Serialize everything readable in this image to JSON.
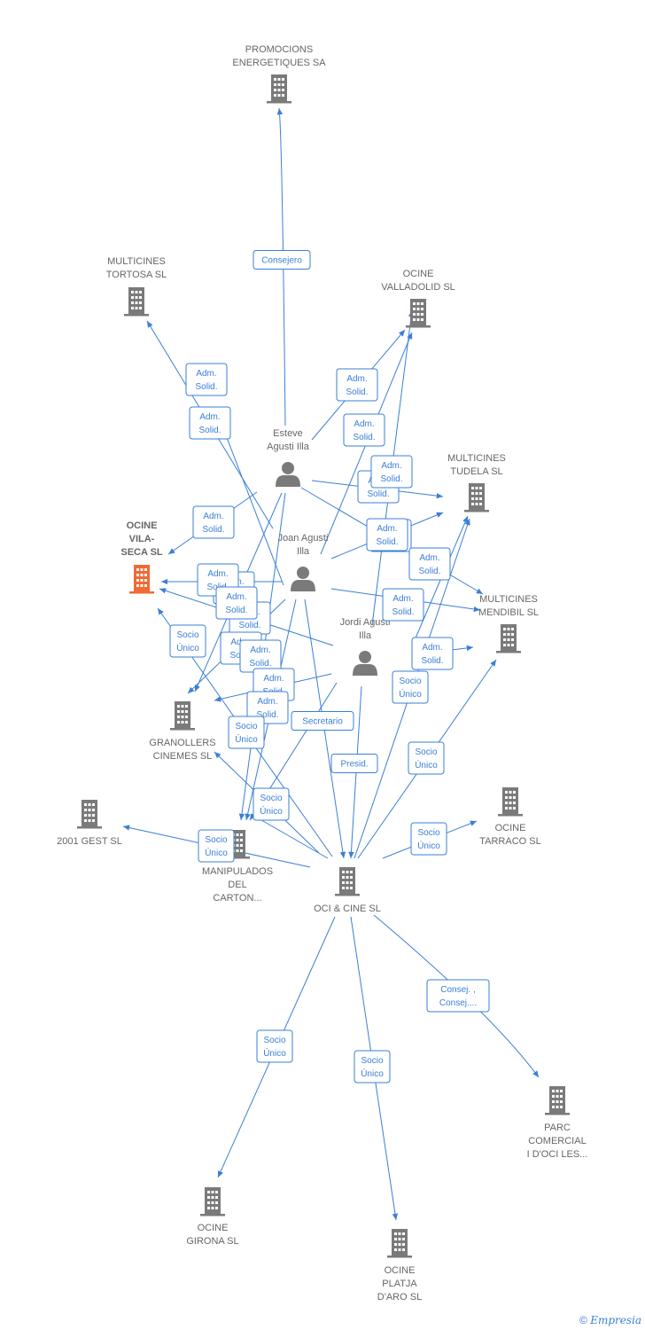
{
  "nodes": [
    {
      "id": "promocions",
      "kind": "company",
      "label": [
        "PROMOCIONS",
        "ENERGETIQUES SA"
      ]
    },
    {
      "id": "tortosa",
      "kind": "company",
      "label": [
        "MULTICINES",
        "TORTOSA SL"
      ]
    },
    {
      "id": "valladolid",
      "kind": "company",
      "label": [
        "OCINE",
        "VALLADOLID SL"
      ]
    },
    {
      "id": "esteve",
      "kind": "person",
      "label": [
        "Esteve",
        "Agusti Illa"
      ]
    },
    {
      "id": "tudela",
      "kind": "company",
      "label": [
        "MULTICINES",
        "TUDELA SL"
      ]
    },
    {
      "id": "vilaseca",
      "kind": "company",
      "highlight": true,
      "label": [
        "OCINE",
        "VILA-",
        "SECA  SL"
      ]
    },
    {
      "id": "joan",
      "kind": "person",
      "label": [
        "Joan Agusti",
        "Illa"
      ]
    },
    {
      "id": "mendibil",
      "kind": "company",
      "label": [
        "MULTICINES",
        "MENDIBIL  SL"
      ]
    },
    {
      "id": "jordi",
      "kind": "person",
      "label": [
        "Jordi Agusti",
        "Illa"
      ]
    },
    {
      "id": "granollers",
      "kind": "company",
      "label": [
        "GRANOLLERS",
        "CINEMES SL"
      ]
    },
    {
      "id": "tarraco",
      "kind": "company",
      "label": [
        "OCINE",
        "TARRACO  SL"
      ]
    },
    {
      "id": "gest2001",
      "kind": "company",
      "label": [
        "2001 GEST SL"
      ]
    },
    {
      "id": "manipulados",
      "kind": "company",
      "label": [
        "MANIPULADOS",
        "DEL",
        "CARTON..."
      ]
    },
    {
      "id": "ocicine",
      "kind": "company",
      "label": [
        "OCI & CINE  SL"
      ]
    },
    {
      "id": "parc",
      "kind": "company",
      "label": [
        "PARC",
        "COMERCIAL",
        "I D'OCI LES..."
      ]
    },
    {
      "id": "girona",
      "kind": "company",
      "label": [
        "OCINE",
        "GIRONA  SL"
      ]
    },
    {
      "id": "platja",
      "kind": "company",
      "label": [
        "OCINE",
        "PLATJA",
        "D'ARO  SL"
      ]
    }
  ],
  "edges": [
    {
      "from": "esteve",
      "to": "promocions",
      "label": [
        "Consejero"
      ]
    },
    {
      "from": "esteve",
      "to": "tortosa",
      "label": [
        "Adm.",
        "Solid."
      ]
    },
    {
      "from": "esteve",
      "to": "valladolid",
      "label": [
        "Adm.",
        "Solid."
      ]
    },
    {
      "from": "esteve",
      "to": "tudela",
      "label": [
        "Adm.",
        "Solid."
      ]
    },
    {
      "from": "esteve",
      "to": "vilaseca",
      "label": [
        "Adm.",
        "Solid."
      ]
    },
    {
      "from": "esteve",
      "to": "mendibil",
      "label": [
        "Adm.",
        "Solid."
      ]
    },
    {
      "from": "esteve",
      "to": "granollers",
      "label": [
        "Adm.",
        "Solid."
      ]
    },
    {
      "from": "esteve",
      "to": "manipulados",
      "label": [
        "Adm.",
        "Solid."
      ]
    },
    {
      "from": "joan",
      "to": "tortosa",
      "label": [
        "Adm.",
        "Solid."
      ]
    },
    {
      "from": "joan",
      "to": "valladolid",
      "label": [
        "Adm.",
        "Solid."
      ]
    },
    {
      "from": "joan",
      "to": "tudela",
      "label": [
        "Adm.",
        "Solid."
      ]
    },
    {
      "from": "joan",
      "to": "vilaseca",
      "label": [
        "Adm.",
        "Solid."
      ]
    },
    {
      "from": "joan",
      "to": "mendibil",
      "label": [
        "Adm.",
        "Solid."
      ]
    },
    {
      "from": "joan",
      "to": "granollers",
      "label": [
        "Adm.",
        "Solid."
      ]
    },
    {
      "from": "joan",
      "to": "manipulados",
      "label": [
        "Adm.",
        "Solid."
      ]
    },
    {
      "from": "joan",
      "to": "ocicine",
      "label": [
        "Secretario"
      ]
    },
    {
      "from": "jordi",
      "to": "valladolid",
      "label": [
        "Adm.",
        "Solid."
      ]
    },
    {
      "from": "jordi",
      "to": "tudela",
      "label": [
        "Adm.",
        "Solid."
      ]
    },
    {
      "from": "jordi",
      "to": "vilaseca",
      "label": [
        "Adm.",
        "Solid."
      ]
    },
    {
      "from": "jordi",
      "to": "mendibil",
      "label": [
        "Adm.",
        "Solid."
      ]
    },
    {
      "from": "jordi",
      "to": "granollers",
      "label": [
        "Adm.",
        "Solid."
      ]
    },
    {
      "from": "jordi",
      "to": "manipulados",
      "label": [
        "Adm.",
        "Solid."
      ]
    },
    {
      "from": "jordi",
      "to": "ocicine",
      "label": [
        "Presid."
      ]
    },
    {
      "from": "ocicine",
      "to": "tudela",
      "label": [
        "Socio",
        "Único"
      ]
    },
    {
      "from": "ocicine",
      "to": "mendibil",
      "label": [
        "Socio",
        "Único"
      ]
    },
    {
      "from": "ocicine",
      "to": "tarraco",
      "label": [
        "Socio",
        "Único"
      ]
    },
    {
      "from": "ocicine",
      "to": "gest2001",
      "label": [
        "Socio",
        "Único"
      ]
    },
    {
      "from": "ocicine",
      "to": "manipulados",
      "label": [
        "Socio",
        "Único"
      ]
    },
    {
      "from": "ocicine",
      "to": "granollers",
      "label": [
        "Socio",
        "Único"
      ]
    },
    {
      "from": "ocicine",
      "to": "vilaseca",
      "label": [
        "Socio",
        "Único"
      ]
    },
    {
      "from": "ocicine",
      "to": "parc",
      "label": [
        "Consej. ,",
        "Consej...."
      ]
    },
    {
      "from": "ocicine",
      "to": "girona",
      "label": [
        "Socio",
        "Único"
      ]
    },
    {
      "from": "ocicine",
      "to": "platja",
      "label": [
        "Socio",
        "Único"
      ]
    }
  ],
  "colors": {
    "edge": "#3a7fd5",
    "node": "#7a7a7a",
    "highlight": "#f06a35",
    "label": "#666666"
  },
  "footer": {
    "copyright": "©",
    "brand": "Empresia"
  }
}
